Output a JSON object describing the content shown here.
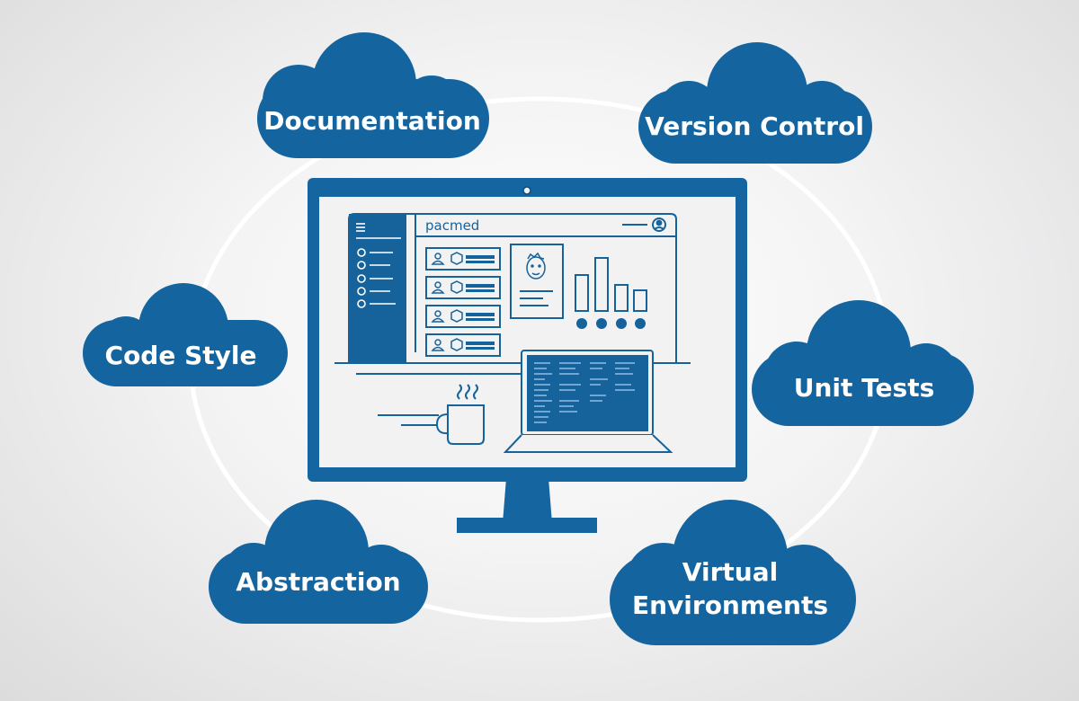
{
  "colors": {
    "brand_blue": "#1565a0",
    "cloud_blue": "#14649f",
    "screen_bg": "#f2f2f2",
    "ring": "#ffffff"
  },
  "clouds": {
    "documentation": "Documentation",
    "version_control": "Version Control",
    "code_style": "Code Style",
    "unit_tests": "Unit Tests",
    "abstraction": "Abstraction",
    "virtual_env_line1": "Virtual",
    "virtual_env_line2": "Environments"
  },
  "monitor": {
    "app_brand": "pacmed",
    "menu_icon": "hamburger-icon",
    "profile_icon": "user-circle-icon"
  }
}
